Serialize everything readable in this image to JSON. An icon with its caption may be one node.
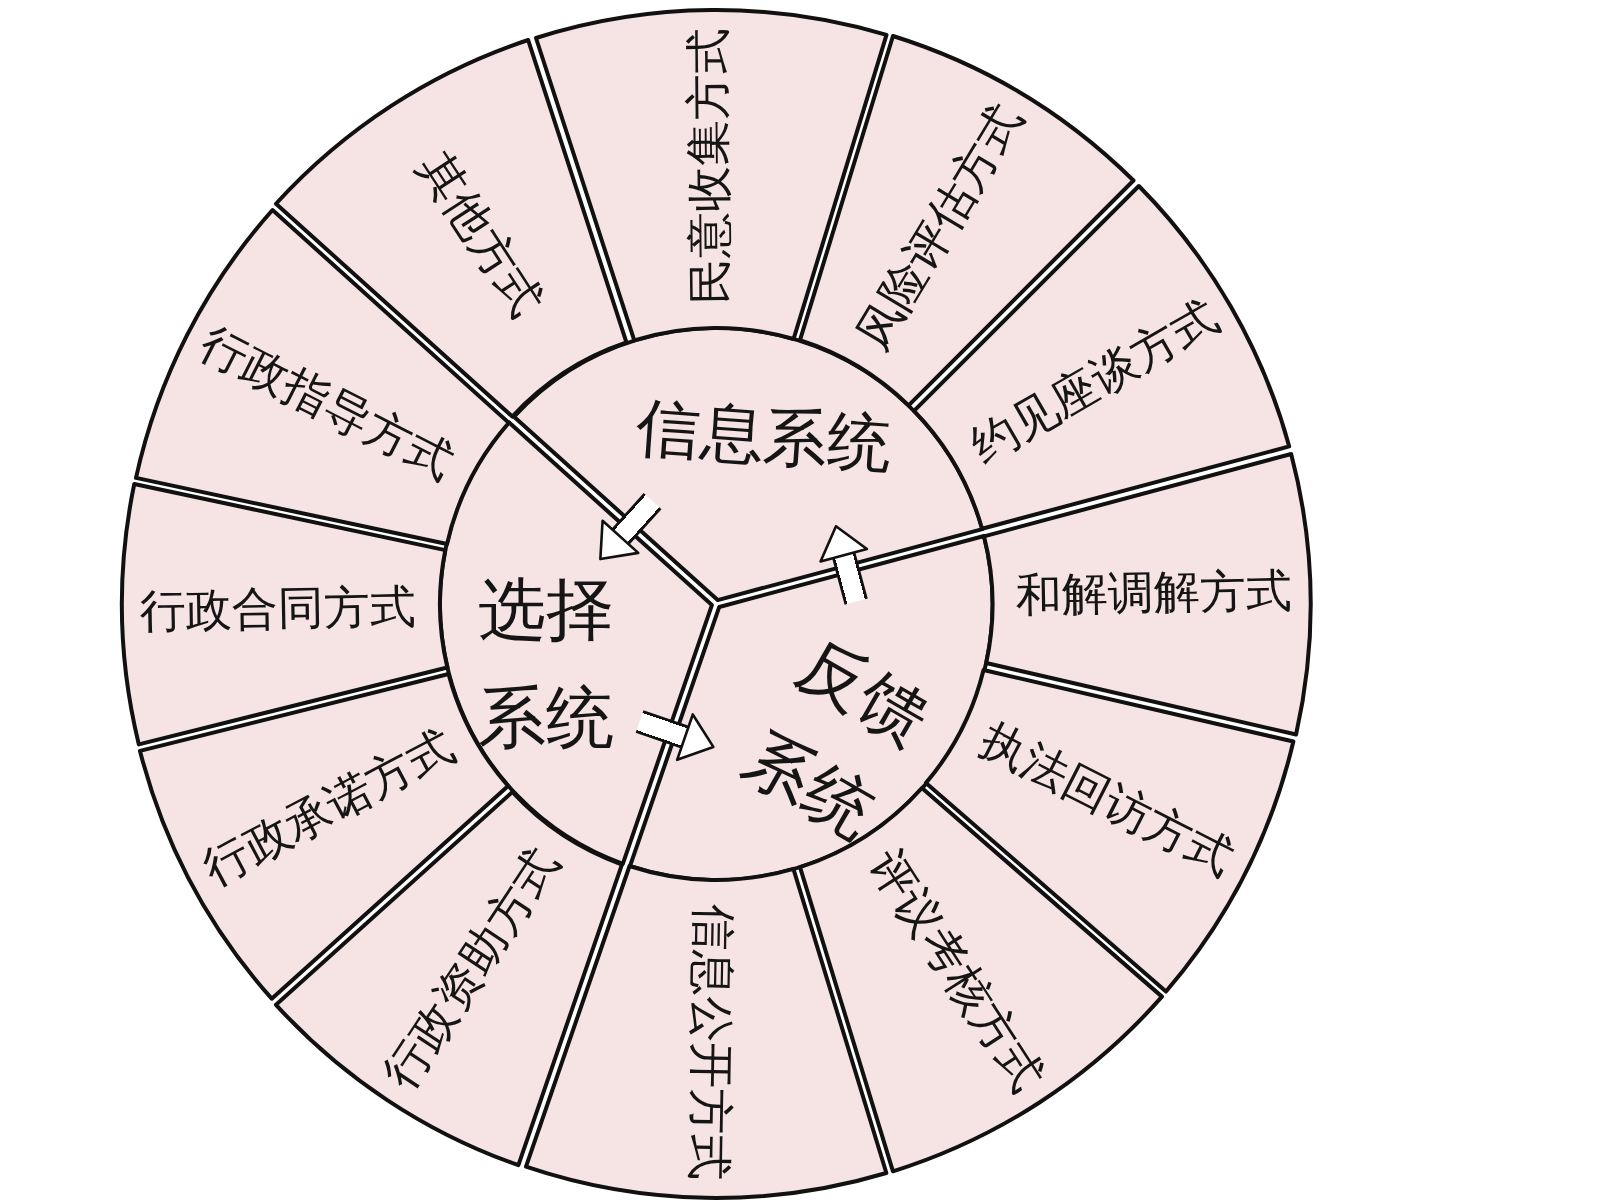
{
  "diagram": {
    "nodes": [
      {
        "text": [
          "信息系统"
        ]
      },
      {
        "text": [
          "选择系统"
        ]
      },
      {
        "text": [
          "反馈系统"
        ]
      },
      {
        "text": [
          "民意收集方式"
        ]
      },
      {
        "text": [
          "风险评估方式"
        ]
      },
      {
        "text": [
          "约见座谈方式"
        ]
      },
      {
        "text": [
          "和解调解方式"
        ]
      },
      {
        "text": [
          "执法回访方式"
        ]
      },
      {
        "text": [
          "评议考核方式"
        ]
      },
      {
        "text": [
          "信息公开方式"
        ]
      },
      {
        "text": [
          "行政资助方式"
        ]
      },
      {
        "text": [
          "行政承诺方式"
        ]
      },
      {
        "text": [
          "行政合同方式"
        ]
      },
      {
        "text": [
          "行政指导方式"
        ]
      },
      {
        "text": [
          "其他方式"
        ]
      }
    ],
    "edges": [
      {
        "from": 0,
        "to": 1,
        "arrow": "to"
      },
      {
        "from": 1,
        "to": 2,
        "arrow": "to"
      },
      {
        "from": 2,
        "to": 0,
        "arrow": "to"
      }
    ]
  }
}
